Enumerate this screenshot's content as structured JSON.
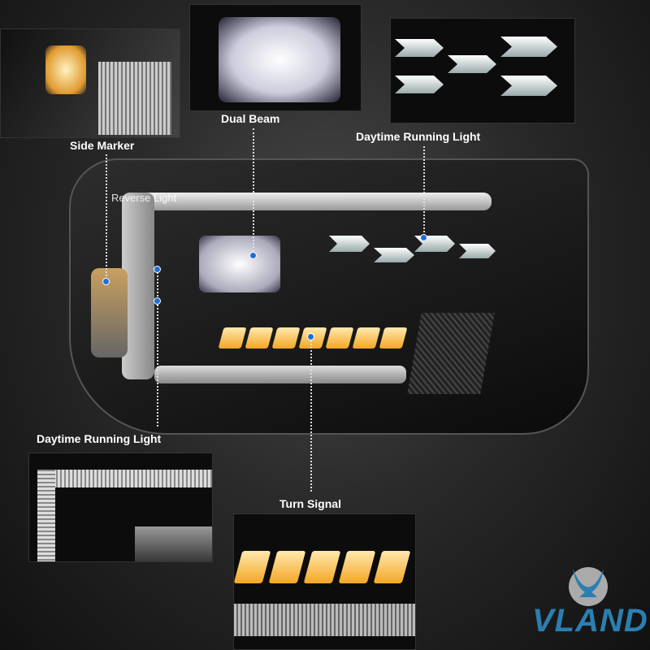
{
  "labels": {
    "side_marker": "Side Marker",
    "dual_beam": "Dual Beam",
    "drl_top": "Daytime Running Light",
    "reverse_light": "Reverse Light",
    "drl_bottom": "Daytime Running Light",
    "turn_signal": "Turn Signal"
  },
  "brand": {
    "name": "VLAND",
    "color": "#2b7fb0"
  },
  "colors": {
    "marker_dot": "#1e6fd9",
    "amber": "#f5a623"
  }
}
